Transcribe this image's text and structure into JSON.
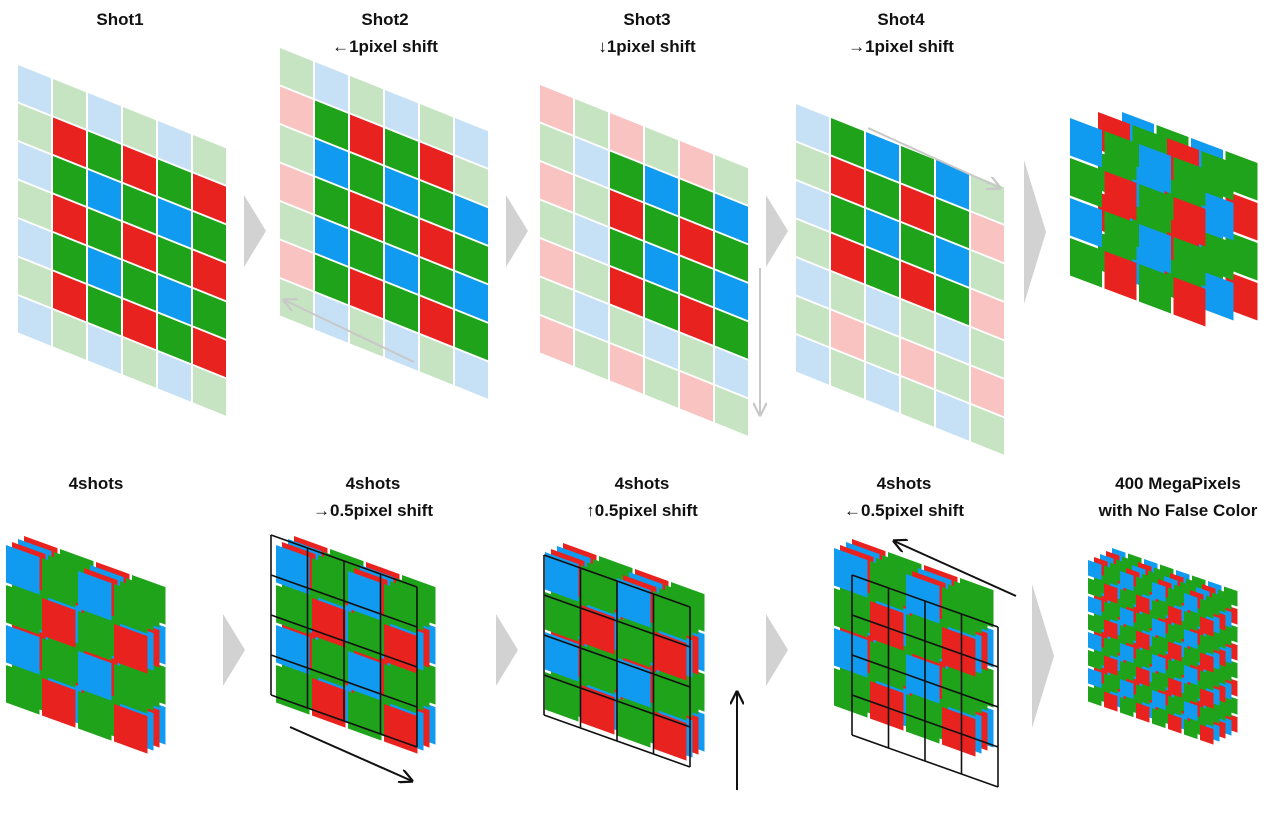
{
  "colors": {
    "green": "#1fa31a",
    "red": "#e8231f",
    "blue": "#119bf0",
    "green_faded": "#c6e4c1",
    "red_faded": "#f8c3c0",
    "blue_faded": "#c6e1f5",
    "separator_arrow": "#d2d2d2",
    "shift_arrow_gray": "#c8c8c8",
    "shift_arrow_black": "#111111",
    "grid_line": "#111111"
  },
  "panels": [
    {
      "id": "shot1",
      "line1": "Shot1",
      "line2": ""
    },
    {
      "id": "shot2",
      "line1": "Shot2",
      "line2": "←1pixel shift"
    },
    {
      "id": "shot3",
      "line1": "Shot3",
      "line2": "↓1pixel shift"
    },
    {
      "id": "shot4",
      "line1": "Shot4",
      "line2": "→1pixel shift"
    },
    {
      "id": "combined-1",
      "line1": "",
      "line2": ""
    },
    {
      "id": "4shots",
      "line1": "4shots",
      "line2": ""
    },
    {
      "id": "4shots-right",
      "line1": "4shots",
      "line2": "→0.5pixel shift"
    },
    {
      "id": "4shots-up",
      "line1": "4shots",
      "line2": "↑0.5pixel shift"
    },
    {
      "id": "4shots-left",
      "line1": "4shots",
      "line2": "←0.5pixel shift"
    },
    {
      "id": "result",
      "line1": "400 MegaPixels",
      "line2": "with No False Color"
    }
  ],
  "icons": {
    "separator": "chevron-right-icon",
    "shift": "arrow-icon"
  }
}
